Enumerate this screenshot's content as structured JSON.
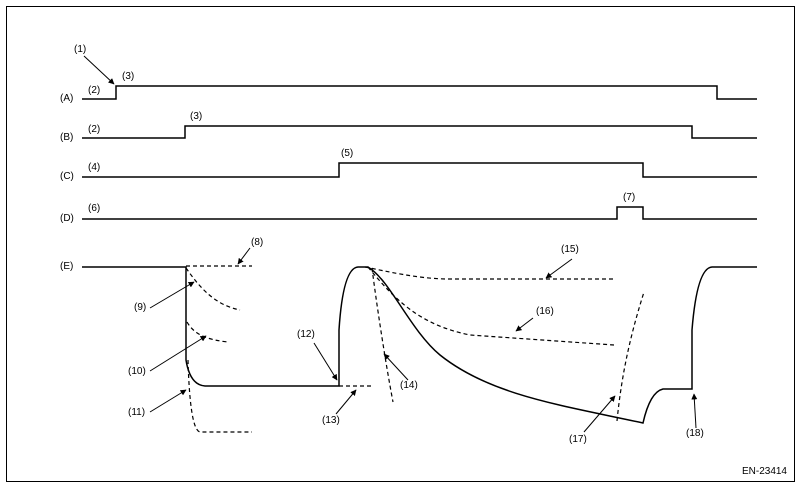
{
  "rows": [
    {
      "id": "A",
      "label": "(A)"
    },
    {
      "id": "B",
      "label": "(B)"
    },
    {
      "id": "C",
      "label": "(C)"
    },
    {
      "id": "D",
      "label": "(D)"
    },
    {
      "id": "E",
      "label": "(E)"
    }
  ],
  "callouts": {
    "c1": "(1)",
    "c2a": "(2)",
    "c2b": "(2)",
    "c3a": "(3)",
    "c3b": "(3)",
    "c4": "(4)",
    "c5": "(5)",
    "c6": "(6)",
    "c7": "(7)",
    "c8": "(8)",
    "c9": "(9)",
    "c10": "(10)",
    "c11": "(11)",
    "c12": "(12)",
    "c13": "(13)",
    "c14": "(14)",
    "c15": "(15)",
    "c16": "(16)",
    "c17": "(17)",
    "c18": "(18)"
  },
  "figure_code": "EN-23414",
  "line_colors": {
    "stroke": "#000000",
    "background": "#ffffff"
  }
}
